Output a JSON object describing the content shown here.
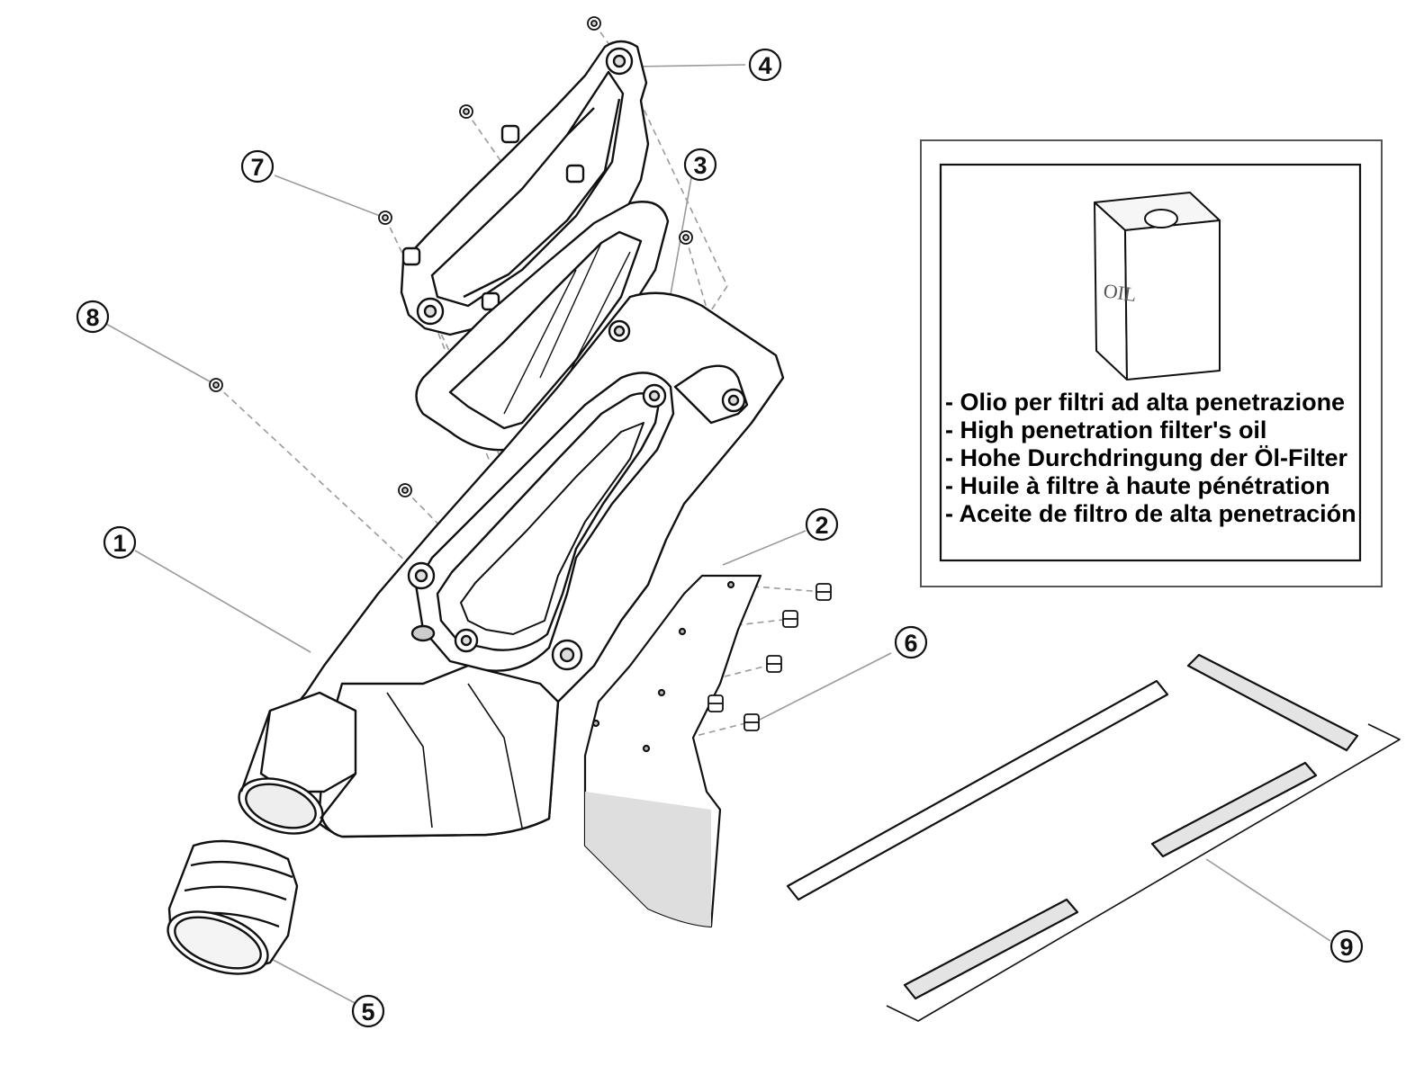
{
  "callouts": [
    {
      "number": "1"
    },
    {
      "number": "2"
    },
    {
      "number": "3"
    },
    {
      "number": "4"
    },
    {
      "number": "5"
    },
    {
      "number": "6"
    },
    {
      "number": "7"
    },
    {
      "number": "8"
    },
    {
      "number": "9"
    }
  ],
  "info_box": {
    "can_label": "OIL",
    "lines": [
      "- Olio per filtri ad alta penetrazione",
      "- High penetration filter's oil",
      "- Hohe Durchdringung der Öl-Filter",
      "- Huile à filtre à haute pénétration",
      "- Aceite de filtro de alta penetración"
    ]
  },
  "colors": {
    "line": "#111111",
    "leader": "#9a9a9a",
    "shade": "#dddddd",
    "panel": "#f2f2f2"
  }
}
